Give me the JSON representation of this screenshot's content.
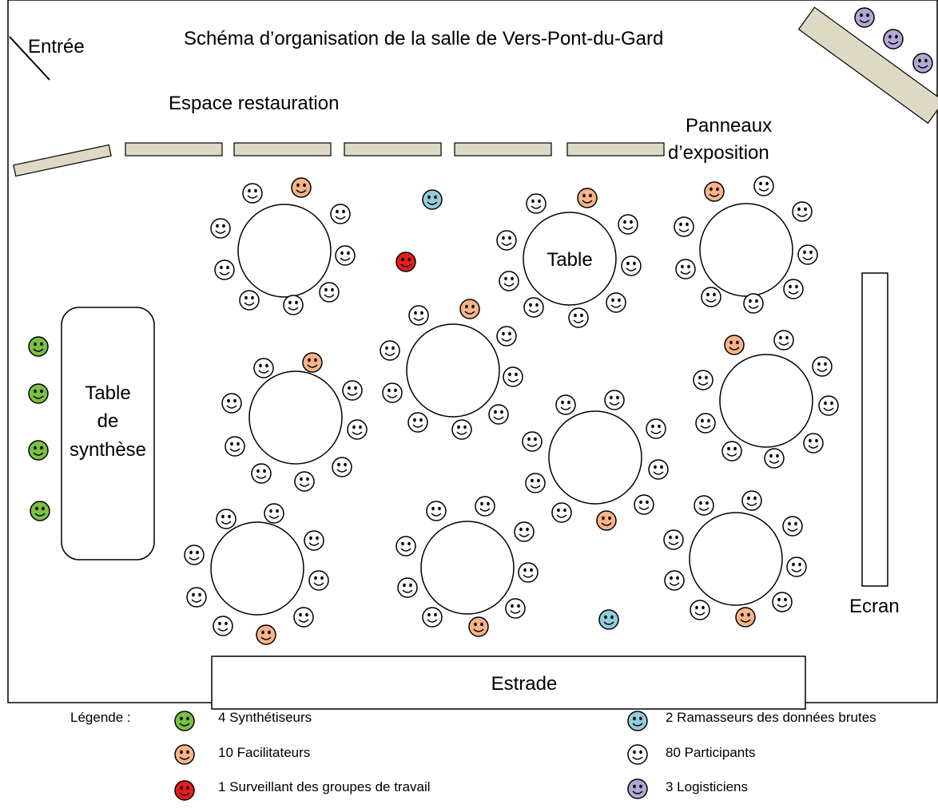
{
  "title": "Schéma d’organisation de la salle de Vers-Pont-du-Gard",
  "labels": {
    "entrance": "Entrée",
    "catering": "Espace restauration",
    "exhibition_line1": "Panneaux",
    "exhibition_line2": "d’exposition",
    "table": "Table",
    "synthesis_line1": "Table",
    "synthesis_line2": "de",
    "synthesis_line3": "synthèse",
    "screen": "Ecran",
    "stage": "Estrade"
  },
  "legend": {
    "heading": "Légende :",
    "items": [
      {
        "text": "4 Synthétiseurs",
        "color": "#7ac143"
      },
      {
        "text": "10 Facilitateurs",
        "color": "#f9b48a"
      },
      {
        "text": "1 Surveillant des groupes de travail",
        "color": "#e81c1c"
      },
      {
        "text": "2 Ramasseurs des données brutes",
        "color": "#92cddc"
      },
      {
        "text": "80 Participants",
        "color": "#ffffff"
      },
      {
        "text": "3 Logisticiens",
        "color": "#b4a7d6"
      }
    ]
  },
  "colors": {
    "panel_fill": "#ddd9c4",
    "synthesizer": "#7ac143",
    "facilitator": "#f9b48a",
    "supervisor": "#e81c1c",
    "collector": "#92cddc",
    "participant": "#ffffff",
    "logistician": "#b4a7d6"
  }
}
